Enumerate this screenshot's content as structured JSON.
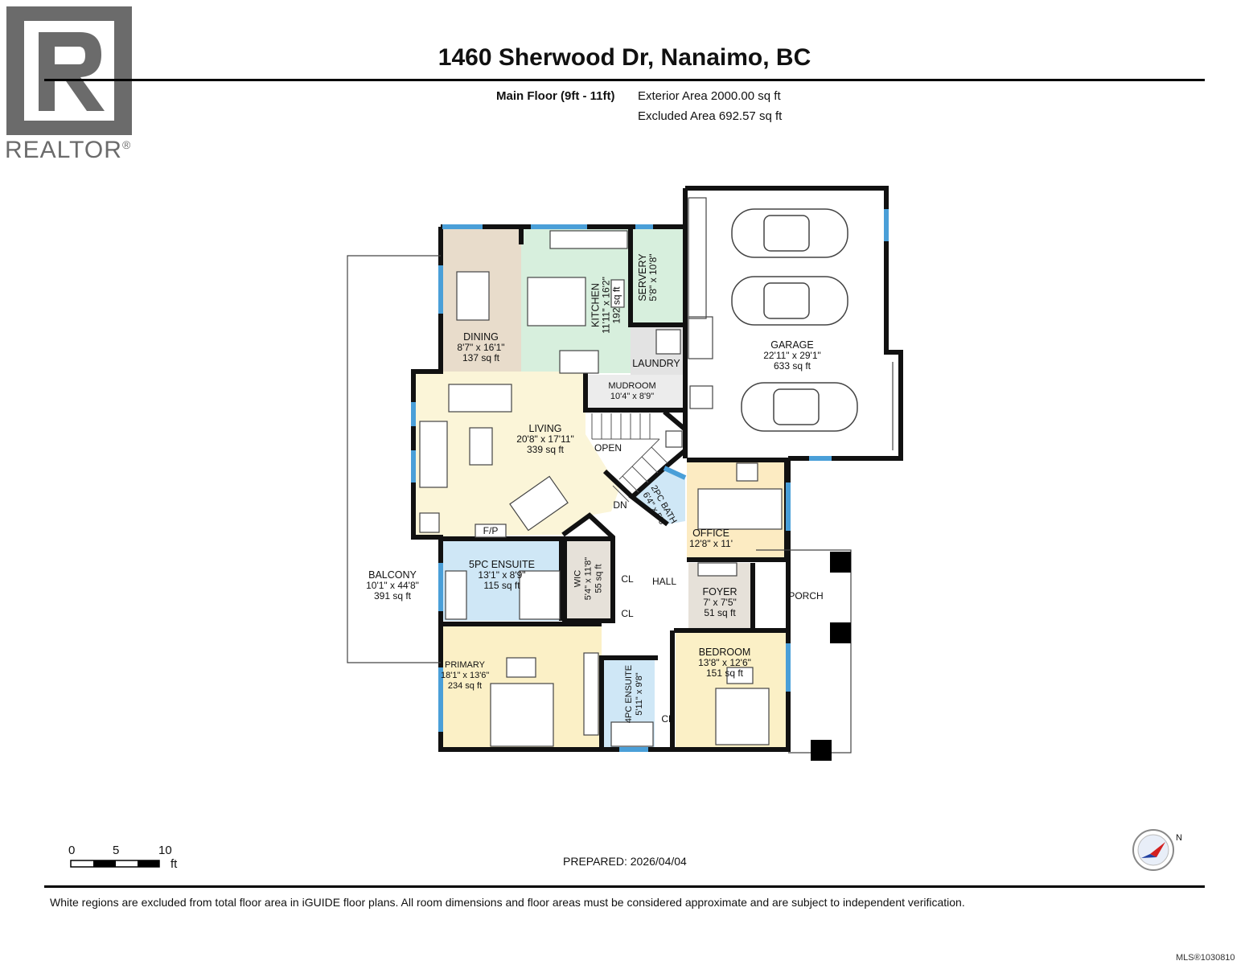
{
  "header": {
    "title": "1460 Sherwood Dr, Nanaimo, BC",
    "floor_label": "Main Floor (9ft - 11ft)",
    "exterior_area": "Exterior Area 2000.00 sq ft",
    "excluded_area": "Excluded Area 692.57 sq ft"
  },
  "logo": {
    "text": "REALTOR",
    "mark": "®"
  },
  "colors": {
    "dining": "#e8dccb",
    "kitchen": "#d7efdd",
    "living": "#fbf5d8",
    "ensuite": "#cfe7f6",
    "primary": "#fbf0c6",
    "office": "#fcebc2",
    "bedroom": "#fbf0c6",
    "foyer": "#e6e1d9",
    "laundry": "#e3e3e3",
    "mudroom": "#ececec",
    "wic": "#e6e1d9",
    "window": "#4a9fd8",
    "wall": "#111111"
  },
  "rooms": {
    "dining": {
      "name": "DINING",
      "dims": "8'7\" x 16'1\"",
      "area": "137 sq ft"
    },
    "kitchen": {
      "name": "KITCHEN",
      "dims": "11'11\" x 16'2\"",
      "area": "192 sq ft"
    },
    "servery": {
      "name": "SERVERY",
      "dims": "5'8\" x 10'8\""
    },
    "laundry": {
      "name": "LAUNDRY"
    },
    "mudroom": {
      "name": "MUDROOM",
      "dims": "10'4\" x 8'9\""
    },
    "garage": {
      "name": "GARAGE",
      "dims": "22'11\" x 29'1\"",
      "area": "633 sq ft"
    },
    "living": {
      "name": "LIVING",
      "dims": "20'8\" x 17'11\"",
      "area": "339 sq ft"
    },
    "open": "OPEN",
    "dn": "DN",
    "bath2": {
      "name": "2PC BATH",
      "dims": "6'4\" x 5'6\""
    },
    "office": {
      "name": "OFFICE",
      "dims": "12'8\" x 11'"
    },
    "fp": "F/P",
    "ensuite5": {
      "name": "5PC ENSUITE",
      "dims": "13'1\" x 8'9\"",
      "area": "115 sq ft"
    },
    "wic": {
      "name": "WIC",
      "dims": "5'4\" x 11'8\"",
      "area": "55 sq ft"
    },
    "cl": "CL",
    "hall": "HALL",
    "foyer": {
      "name": "FOYER",
      "dims": "7' x 7'5\"",
      "area": "51 sq ft"
    },
    "porch": "PORCH",
    "balcony": {
      "name": "BALCONY",
      "dims": "10'1\" x 44'8\"",
      "area": "391 sq ft"
    },
    "primary": {
      "name": "PRIMARY",
      "dims": "18'1\" x 13'6\"",
      "area": "234 sq ft"
    },
    "ensuite4": {
      "name": "4PC ENSUITE",
      "dims": "5'11\" x 9'8\""
    },
    "bedroom": {
      "name": "BEDROOM",
      "dims": "13'8\" x 12'6\"",
      "area": "151 sq ft"
    }
  },
  "scale": {
    "ticks": [
      "0",
      "5",
      "10"
    ],
    "unit": "ft"
  },
  "compass": {
    "label": "N"
  },
  "prepared": "PREPARED: 2026/04/04",
  "disclaimer": "White regions are excluded from total floor area in iGUIDE floor plans. All room dimensions and floor areas must be considered approximate and are subject to independent verification.",
  "mls": "MLS®1030810"
}
